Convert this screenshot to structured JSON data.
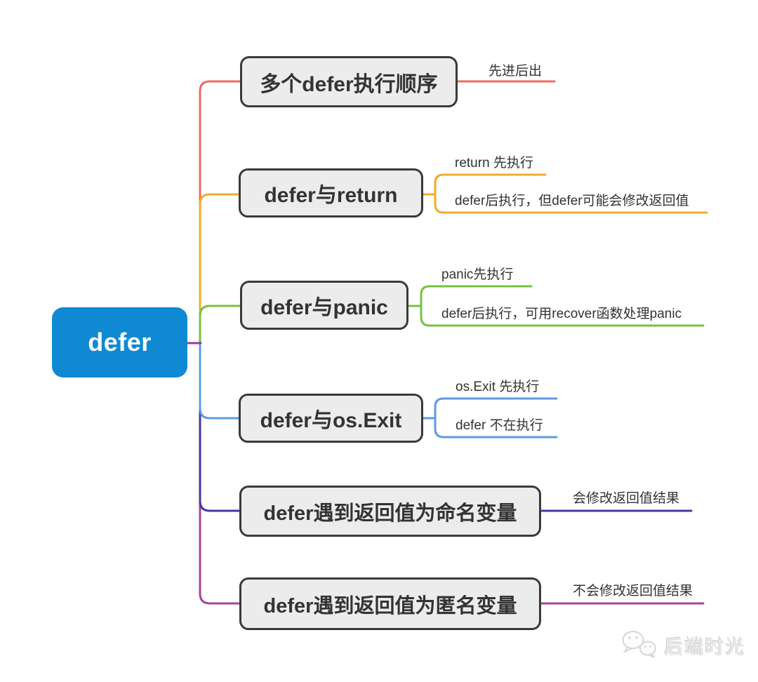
{
  "root": {
    "label": "defer",
    "color": "#0f8ad2"
  },
  "branches": [
    {
      "label": "多个defer执行顺序",
      "color": "#f0695e",
      "leaves": [
        "先进后出"
      ]
    },
    {
      "label": "defer与return",
      "color": "#f2ac29",
      "leaves": [
        "return 先执行",
        "defer后执行，但defer可能会修改返回值"
      ]
    },
    {
      "label": "defer与panic",
      "color": "#77c043",
      "leaves": [
        "panic先执行",
        "defer后执行，可用recover函数处理panic"
      ]
    },
    {
      "label": "defer与os.Exit",
      "color": "#5b9bdf",
      "leaves": [
        "os.Exit 先执行",
        "defer 不在执行"
      ]
    },
    {
      "label": "defer遇到返回值为命名变量",
      "color": "#43389f",
      "leaves": [
        "会修改返回值结果"
      ]
    },
    {
      "label": "defer遇到返回值为匿名变量",
      "color": "#a9439c",
      "leaves": [
        "不会修改返回值结果"
      ]
    }
  ],
  "trunk_color": "#9a3c92",
  "node_style": {
    "fill": "#ececec",
    "border": "#3a3a3a",
    "text": "#333333"
  },
  "watermark": {
    "label": "后端时光",
    "icon": "wechat-icon"
  }
}
